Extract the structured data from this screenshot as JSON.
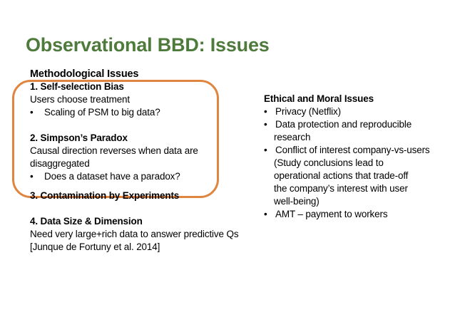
{
  "slide": {
    "title": "Observational BBD: Issues",
    "title_color": "#4E7A3C",
    "highlight_color": "#E0853F",
    "background_color": "#FFFFFF"
  },
  "left_column": {
    "heading": "Methodological Issues",
    "items": [
      {
        "number_heading": "1. Self-selection Bias",
        "lines": [
          "Users choose treatment"
        ],
        "bullets": [
          "Scaling of PSM to big data?"
        ]
      },
      {
        "number_heading": "2. Simpson’s Paradox",
        "lines": [
          "Causal direction reverses when data are",
          "disaggregated"
        ],
        "bullets": [
          "Does a dataset have a paradox?"
        ]
      },
      {
        "number_heading": "3. Contamination by Experiments",
        "lines": [],
        "bullets": []
      },
      {
        "number_heading": "4. Data Size & Dimension",
        "lines": [
          "Need very large+rich data to answer predictive Qs",
          "[Junque de Fortuny et al. 2014]"
        ],
        "bullets": []
      }
    ]
  },
  "right_column": {
    "heading": "Ethical and Moral Issues",
    "bullets": [
      {
        "text": "Privacy (Netflix)",
        "continuations": []
      },
      {
        "text": "Data protection and reproducible",
        "continuations": [
          "research"
        ]
      },
      {
        "text": "Conflict of interest company-vs-users",
        "continuations": [
          "(Study conclusions lead to",
          "operational actions that trade-off",
          "the company’s interest with user",
          "well-being)"
        ]
      },
      {
        "text": "AMT – payment to workers",
        "continuations": []
      }
    ]
  },
  "glyphs": {
    "bullet_dot": "•"
  }
}
